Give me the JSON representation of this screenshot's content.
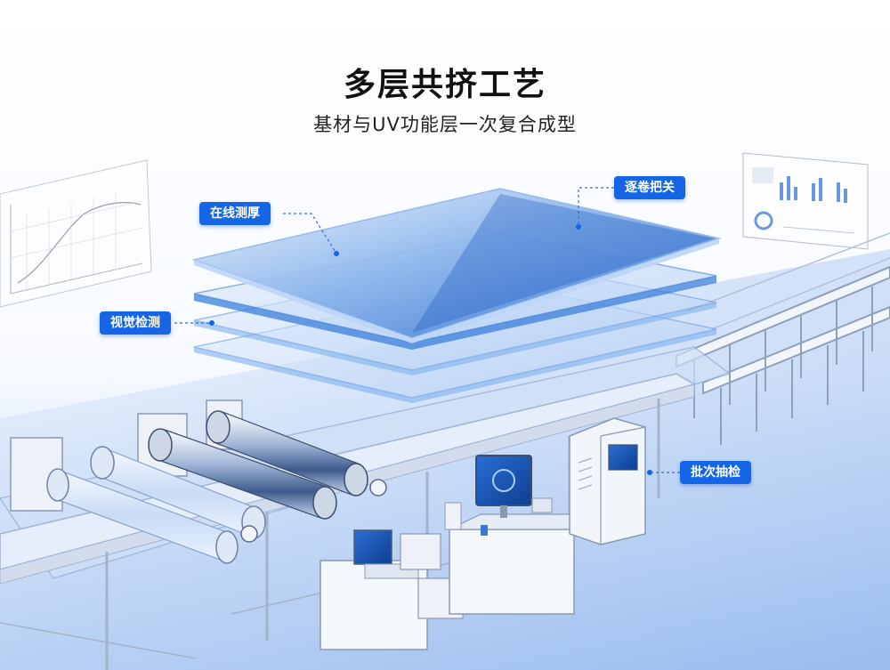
{
  "title": "多层共挤工艺",
  "subtitle": "基材与UV功能层一次复合成型",
  "callouts": {
    "online_thickness": "在线测厚",
    "visual_inspection": "视觉检测",
    "roll_check": "逐卷把关",
    "batch_sampling": "批次抽检"
  },
  "colors": {
    "accent": "#1466e6",
    "glass": "#4a8be0",
    "line": "#7fa4d8"
  }
}
